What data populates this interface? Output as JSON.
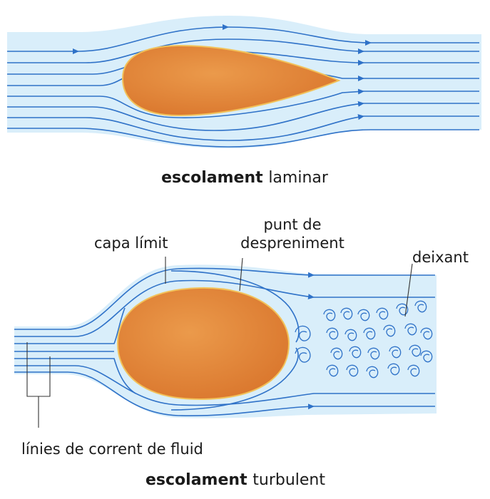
{
  "colors": {
    "flow_band": "#d9eefa",
    "streamline": "#2f72c8",
    "body_fill": "#e78b3d",
    "body_edge": "#f2c25a"
  },
  "laminar": {
    "caption_bold": "escolament",
    "caption_rest": "laminar"
  },
  "turbulent": {
    "label_boundary_layer": "capa límit",
    "label_separation_line1": "punt de",
    "label_separation_line2": "despreniment",
    "label_wake": "deixant",
    "label_streamlines": "línies de corrent de fluid",
    "caption_bold": "escolament",
    "caption_rest": "turbulent"
  }
}
